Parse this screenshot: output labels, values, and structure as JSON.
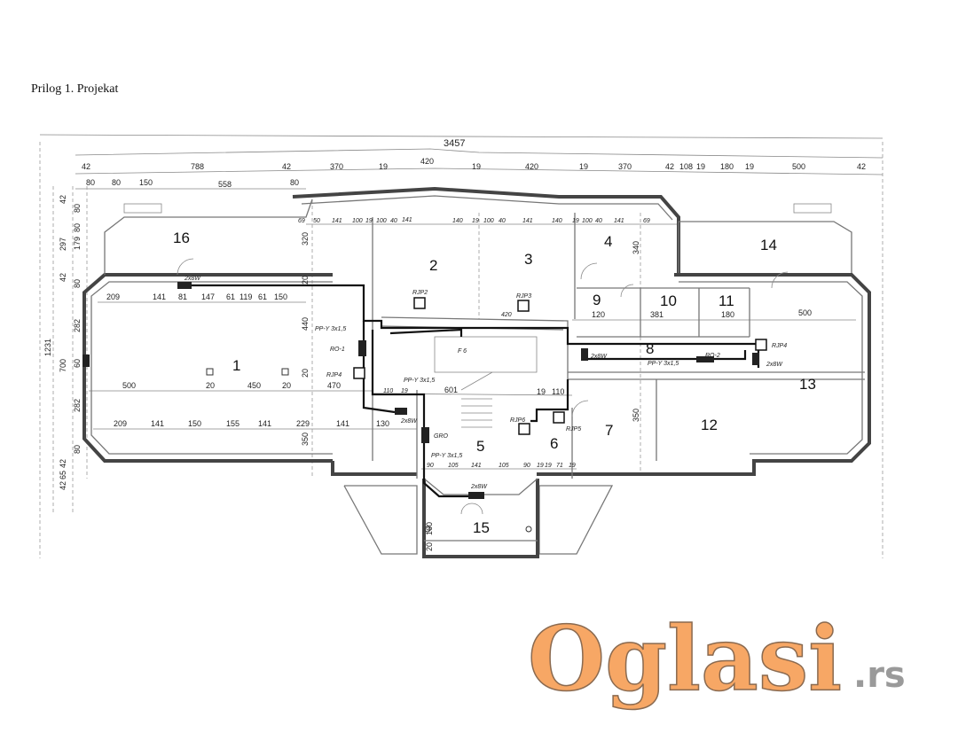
{
  "document": {
    "title": "Prilog 1. Projekat"
  },
  "plan": {
    "total_width": "3457",
    "top_dims_row1": [
      "42",
      "788",
      "42",
      "370",
      "19",
      "420",
      "19",
      "420",
      "19",
      "370",
      "42",
      "108",
      "19",
      "180",
      "19",
      "500",
      "42"
    ],
    "top_dims_row2": [
      "80",
      "80",
      "150",
      "558",
      "80"
    ],
    "top_dims_row3": [
      "69",
      "50",
      "141",
      "100",
      "19",
      "100",
      "40",
      "141",
      "140",
      "19",
      "100",
      "40",
      "141",
      "140",
      "19",
      "100",
      "40",
      "141",
      "69"
    ],
    "left_total": "1231",
    "left_outer": [
      "42",
      "297",
      "42",
      "700",
      "42",
      "65",
      "42"
    ],
    "left_inner": [
      "80",
      "179",
      "80",
      "80",
      "282",
      "60",
      "282",
      "80"
    ],
    "rooms": [
      "1",
      "2",
      "3",
      "4",
      "5",
      "6",
      "7",
      "8",
      "9",
      "10",
      "11",
      "12",
      "13",
      "14",
      "15",
      "16"
    ],
    "room1_row_top": [
      "209",
      "141",
      "81",
      "147",
      "61",
      "119",
      "61",
      "150"
    ],
    "room1_row_mid": [
      "500",
      "20",
      "450",
      "20",
      "470"
    ],
    "room1_row_bottom": [
      "209",
      "141",
      "150",
      "155",
      "141",
      "229",
      "141",
      "130"
    ],
    "vertical_dims": [
      "320",
      "20",
      "440",
      "20",
      "350",
      "340",
      "350",
      "160",
      "20"
    ],
    "right_dims": [
      "120",
      "381",
      "180",
      "500"
    ],
    "center_dims": [
      "19",
      "110",
      "601",
      "420",
      "110",
      "19"
    ],
    "bottom_row": [
      "90",
      "105",
      "141",
      "105",
      "90",
      "19",
      "19",
      "71",
      "19"
    ],
    "equipment": {
      "rjp2": "RJP2",
      "rjp3": "RJP3",
      "rjp4a": "RJP4",
      "rjp4b": "RJP4",
      "rjp5": "RJP5",
      "rjp6": "RJP6",
      "rd1": "RO-1",
      "rd2": "RO-2",
      "gro": "GRO",
      "lamp": "2x8W",
      "cable": "PP-Y 3x1,5",
      "fan": "F 6"
    }
  },
  "logo": {
    "main": "Oglasi",
    "suffix": ".rs",
    "color": "#f7a765"
  }
}
